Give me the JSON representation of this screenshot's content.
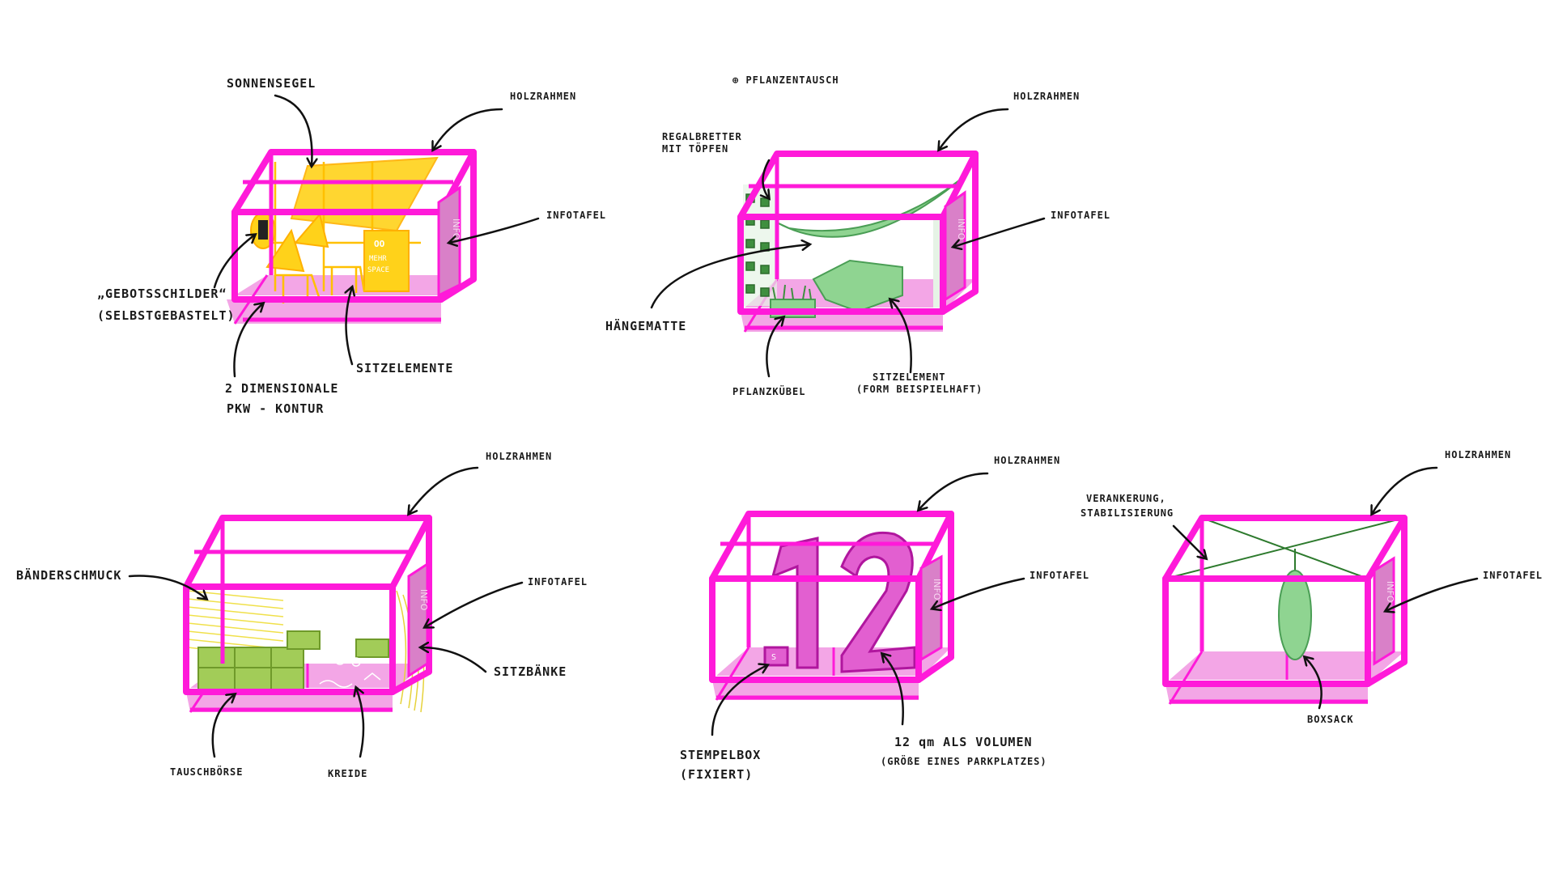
{
  "sketch_1": {
    "sonnensegel": "SONNENSEGEL",
    "holzrahmen": "HOLZRAHMEN",
    "infotafel": "INFOTAFEL",
    "gebotsschilder": "„GEBOTSSCHILDER“",
    "selbstgebastelt": "(SELBSTGEBASTELT)",
    "pkw_line1": "2 DIMENSIONALE",
    "pkw_line2": "PKW - KONTUR",
    "sitzelemente": "SITZELEMENTE",
    "poster_text": "OO\nMEHR\nSPACE"
  },
  "sketch_2": {
    "pflanzentausch": "⊕ PFLANZENTAUSCH",
    "regalbretter_line1": "REGALBRETTER",
    "regalbretter_line2": "MIT TÖPFEN",
    "holzrahmen": "HOLZRAHMEN",
    "infotafel": "INFOTAFEL",
    "haengematte": "HÄNGEMATTE",
    "pflanzkuebel": "PFLANZKÜBEL",
    "sitzelement_line1": "SITZELEMENT",
    "sitzelement_line2": "(FORM BEISPIELHAFT)"
  },
  "sketch_3": {
    "holzrahmen": "HOLZRAHMEN",
    "baenderschmuck": "BÄNDERSCHMUCK",
    "infotafel": "INFOTAFEL",
    "sitzbaenke": "SITZBÄNKE",
    "tauschboerse": "TAUSCHBÖRSE",
    "kreide": "KREIDE"
  },
  "sketch_4": {
    "holzrahmen": "HOLZRAHMEN",
    "infotafel": "INFOTAFEL",
    "big_number": "12",
    "stempelbox_line1": "STEMPELBOX",
    "stempelbox_line2": "(FIXIERT)",
    "volumen_line1": "12 qm ALS VOLUMEN",
    "volumen_line2": "(GRÖßE EINES PARKPLATZES)"
  },
  "sketch_5": {
    "holzrahmen": "HOLZRAHMEN",
    "verankerung_line1": "VERANKERUNG,",
    "verankerung_line2": "STABILISIERUNG",
    "infotafel": "INFOTAFEL",
    "boxsack": "BOXSACK"
  },
  "infotafel_panel_text": "INFO",
  "colors": {
    "frame": "#ff1ad9",
    "floor": "#f3a6e6",
    "yellow": "#ffd21a",
    "green": "#8fd491"
  }
}
